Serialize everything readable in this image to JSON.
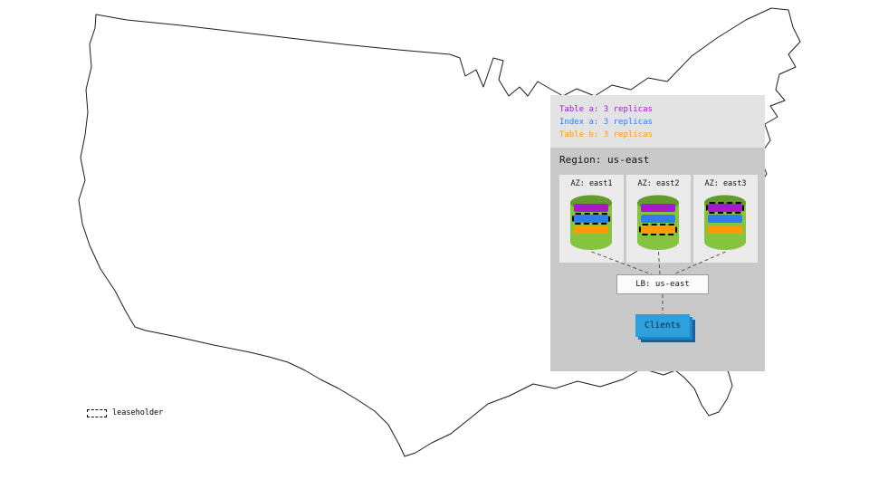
{
  "diagram": {
    "replica_legend": {
      "items": [
        {
          "id": "table-a",
          "label": "Table a: 3 replicas"
        },
        {
          "id": "index-a",
          "label": "Index a: 3 replicas"
        },
        {
          "id": "table-b",
          "label": "Table b: 3 replicas"
        }
      ]
    },
    "region": {
      "label": "Region: us-east",
      "azs": [
        {
          "label": "AZ: east1",
          "replicas": [
            {
              "id": "table-a",
              "leaseholder": false
            },
            {
              "id": "index-a",
              "leaseholder": true
            },
            {
              "id": "table-b",
              "leaseholder": false
            }
          ]
        },
        {
          "label": "AZ: east2",
          "replicas": [
            {
              "id": "table-a",
              "leaseholder": false
            },
            {
              "id": "index-a",
              "leaseholder": false
            },
            {
              "id": "table-b",
              "leaseholder": true
            }
          ]
        },
        {
          "label": "AZ: east3",
          "replicas": [
            {
              "id": "table-a",
              "leaseholder": true
            },
            {
              "id": "index-a",
              "leaseholder": false
            },
            {
              "id": "table-b",
              "leaseholder": false
            }
          ]
        }
      ]
    },
    "load_balancer": {
      "label": "LB: us-east"
    },
    "clients": {
      "label": "Clients"
    },
    "leaseholder_key": {
      "label": "leaseholder"
    }
  },
  "colors": {
    "table-a": "#a31ccc",
    "index-a": "#2f7ded",
    "table-b": "#ff9b00",
    "cylinder-body": "#86c440",
    "cylinder-top": "#639b2f",
    "clients": "#2da0dd",
    "clients-shadow": "#1f83c0",
    "clients-shadow2": "#16639a"
  }
}
